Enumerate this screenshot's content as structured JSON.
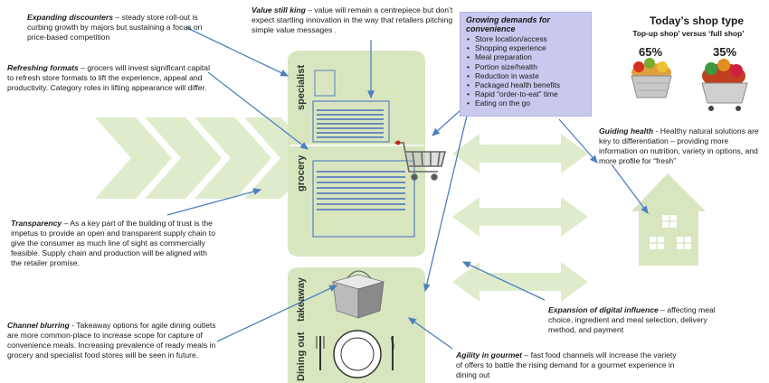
{
  "texts": {
    "expanding": {
      "title": "Expanding discounters",
      "body": " – steady store roll-out is curbing growth by majors but sustaining a focus on price-based competition"
    },
    "refreshing": {
      "title": "Refreshing formats",
      "body": " – grocers will invest significant capital to refresh store formats to lift the experience, appeal and productivity. Category roles in lifting appearance will differ."
    },
    "transparency": {
      "title": "Transparency",
      "body": " – As a key part of the building of trust is the impetus to provide an open and transparent supply chain to give the consumer as much line of sight as commercially feasible.  Supply chain and production will be aligned with the retailer promise."
    },
    "channel": {
      "title": "Channel blurring",
      "body": " - Takeaway options for agile dining outlets are more common-place to increase scope for capture of convenience meals.  Increasing prevalence of ready meals in grocery and specialist food stores will be seen in future."
    },
    "value": {
      "title": "Value still king",
      "body": " – value will remain a centrepiece but don’t expect  startling innovation in the way that retailers pitching simple value messages ."
    },
    "guiding": {
      "title": "Guiding health",
      "body": " - Healthy  natural solutions are key to  differentiation – providing more information on nutrition, variety in options, and more profile for “fresh”"
    },
    "digital": {
      "title": "Expansion of digital influence",
      "body": " – affecting meal choice, ingredient and meal selection, delivery method, and payment"
    },
    "agility": {
      "title": "Agility in gourmet",
      "body": " – fast food channels will increase the variety of offers to battle the rising demand for a gourmet experience in dining out"
    }
  },
  "convenience": {
    "title": "Growing demands for convenience",
    "items": [
      "Store location/access",
      "Shopping experience",
      "Meal preparation",
      "Portion size/health",
      "Reduction in waste",
      "Packaged health benefits",
      "Rapid “order-to-eat” time",
      "Eating on the go"
    ]
  },
  "shop_type": {
    "title": "Today’s shop type",
    "subtitle": "Top-up shop’ versus ‘full shop’",
    "top_up_pct": "65%",
    "full_pct": "35%"
  },
  "sections": {
    "specialist": "specialist",
    "grocery": "grocery",
    "takeaway": "takeaway",
    "dining_out": "Dining out"
  },
  "colors": {
    "green_fill": "#d7e6bf",
    "arrow_blue": "#4f7fc0",
    "card_blue": "#4a6fb5",
    "convenience_box": "#c9c8ee"
  }
}
